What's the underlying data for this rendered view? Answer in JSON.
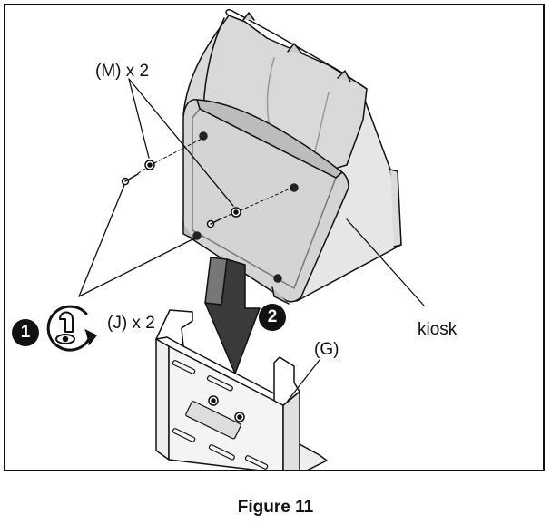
{
  "figure": {
    "caption": "Figure 11",
    "labels": {
      "screws": "(M) x 2",
      "tool": "(J) x 2",
      "kiosk": "kiosk",
      "bracket": "(G)"
    },
    "steps": [
      "1",
      "2"
    ],
    "icons": [
      "kiosk-illustration",
      "bracket-illustration",
      "screw-icon",
      "washer-icon",
      "wrench-rotate-icon",
      "down-arrow-icon"
    ]
  }
}
